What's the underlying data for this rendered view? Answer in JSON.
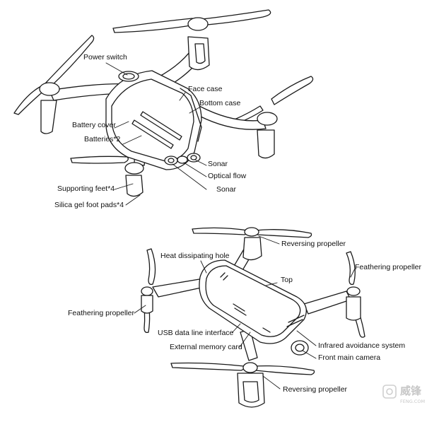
{
  "top_view_labels": {
    "power_switch": "Power switch",
    "face_case": "Face case",
    "bottom_case": "Bottom case",
    "battery_cover": "Battery cover",
    "batteries": "Batteries*2",
    "sonar_1": "Sonar",
    "optical_flow": "Optical flow",
    "sonar_2": "Sonar",
    "supporting_feet": "Supporting feet*4",
    "silica_gel_pads": "Silica gel foot pads*4"
  },
  "bottom_view_labels": {
    "reversing_propeller_top": "Reversing propeller",
    "heat_dissipating_hole": "Heat dissipating hole",
    "feathering_propeller_right": "Feathering propeller",
    "top": "Top",
    "feathering_propeller_left": "Feathering propeller",
    "usb_interface": "USB data line interface",
    "infrared_avoidance": "Infrared avoidance system",
    "external_memory_card": "External memory card",
    "front_main_camera": "Front main  camera",
    "reversing_propeller_bottom": "Reversing propeller"
  },
  "watermark": {
    "logo_text": "威锋",
    "sub_text": "FENG.COM"
  }
}
